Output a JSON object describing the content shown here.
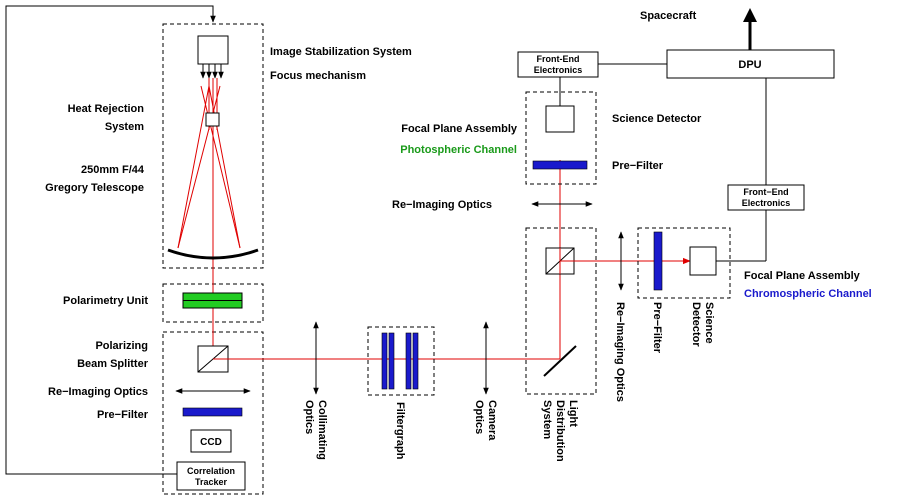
{
  "colors": {
    "ray": "#e00000",
    "filter": "#1a1acc",
    "polarimeter": "#22cc22",
    "photospheric_label": "#1a9a1a",
    "chromospheric_label": "#1a1acc"
  },
  "labels": {
    "spacecraft": "Spacecraft",
    "dpu": "DPU",
    "fee_top_1": "Front-End",
    "fee_top_2": "Electronics",
    "fee_right_1": "Front−End",
    "fee_right_2": "Electronics",
    "iss": "Image Stabilization System",
    "focus": "Focus mechanism",
    "heat_1": "Heat Rejection",
    "heat_2": "System",
    "tel_1": "250mm F/44",
    "tel_2": "Gregory Telescope",
    "pol_unit": "Polarimetry Unit",
    "pbs_1": "Polarizing",
    "pbs_2": "Beam Splitter",
    "reimg_left": "Re−Imaging Optics",
    "prefilter_left": "Pre−Filter",
    "ccd": "CCD",
    "corr_1": "Correlation",
    "corr_2": "Tracker",
    "collim_1": "Collimating",
    "collim_2": "Optics",
    "filtergraph": "Filtergraph",
    "camera_1": "Camera",
    "camera_2": "Optics",
    "lds_1": "Light",
    "lds_2": "Distribution",
    "lds_3": "System",
    "fpa_top": "Focal Plane Assembly",
    "photo_channel": "Photospheric Channel",
    "sci_det_top": "Science Detector",
    "prefilter_top": "Pre−Filter",
    "reimg_mid": "Re−Imaging Optics",
    "reimg_chromo": "Re−Imaging Optics",
    "prefilter_chromo": "Pre−Filter",
    "sci_1": "Science",
    "sci_2": "Detector",
    "fpa_bottom": "Focal Plane Assembly",
    "chromo_channel": "Chromospheric Channel"
  }
}
